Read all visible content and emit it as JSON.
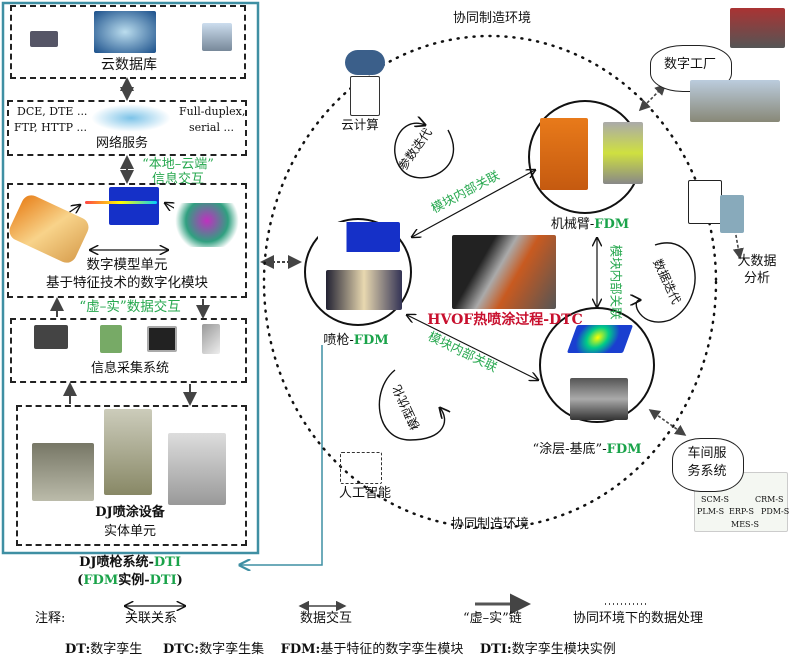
{
  "left_panel": {
    "cloud_db": "云数据库",
    "net_left_1": "DCE, DTE ...",
    "net_left_2": "FTP, HTTP ...",
    "net_right_1": "Full-duplex,",
    "net_right_2": "serial ...",
    "network": "网络服务",
    "local_cloud_1": "“本地–云端”",
    "local_cloud_2": "信息交互",
    "model_unit": "数字模型单元",
    "model_module": "基于特征技术的数字化模块",
    "virtual_real": "“虚–实”数据交互",
    "info_collect": "信息采集系统",
    "equip_1": "DJ喷涂设备",
    "equip_2": "实体单元",
    "system_title_a": "DJ喷枪系统-",
    "system_title_b": "DTI",
    "instance_a": "(",
    "instance_b": "FDM",
    "instance_c": "实例-",
    "instance_d": "DTI",
    "instance_e": ")"
  },
  "center": {
    "env_top": "协同制造环境",
    "env_bottom": "协同制造环境",
    "cloud_compute": "云计算",
    "digital_factory": "数字工厂",
    "big_data_1": "大数据",
    "big_data_2": "分析",
    "ai": "人工智能",
    "workshop_1": "车间服",
    "workshop_2": "务系统",
    "param_iter": "参数迭代",
    "data_iter": "数据迭代",
    "model_opt": "模型优化",
    "intra_1": "模块内部关联",
    "intra_2": "模块内部关联",
    "intra_3": "模块内部关联",
    "arm_a": "机械臂-",
    "arm_b": "FDM",
    "gun_a": "喷枪-",
    "gun_b": "FDM",
    "coat_a": "“涂层-基底”-",
    "coat_b": "FDM",
    "hvof": "HVOF热喷涂过程-DTC",
    "sys_labels": [
      "SCM-S",
      "CRM-S",
      "PLM-S",
      "ERP-S",
      "PDM-S",
      "MES-S"
    ]
  },
  "legend": {
    "note": "注释:",
    "assoc": "关联关系",
    "data_exchange": "数据交互",
    "vr_chain": "“虚–实”链",
    "collab": "协同环境下的数据处理"
  },
  "definitions": [
    {
      "abbr": "DT:",
      "text": "数字孪生"
    },
    {
      "abbr": "DTC:",
      "text": "数字孪生集"
    },
    {
      "abbr": "FDM:",
      "text": "基于特征的数字孪生模块"
    },
    {
      "abbr": "DTI:",
      "text": "数字孪生模块实例"
    }
  ],
  "colors": {
    "green": "#1aa34a",
    "red": "#c8102e",
    "panel_border": "#3f8fa3"
  }
}
